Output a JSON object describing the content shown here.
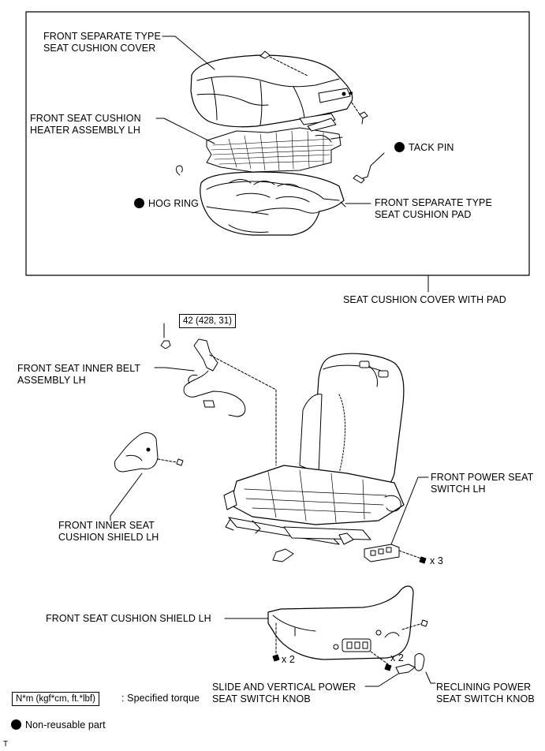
{
  "labels": {
    "cushion_cover": [
      "FRONT SEPARATE TYPE",
      "SEAT CUSHION COVER"
    ],
    "heater": [
      "FRONT SEAT CUSHION",
      "HEATER ASSEMBLY LH"
    ],
    "tack_pin": "TACK PIN",
    "hog_ring": "HOG RING",
    "cushion_pad": [
      "FRONT SEPARATE TYPE",
      "SEAT CUSHION PAD"
    ],
    "cover_with_pad": "SEAT CUSHION COVER WITH PAD",
    "torque_value": "42 (428, 31)",
    "inner_belt": [
      "FRONT SEAT INNER BELT",
      "ASSEMBLY LH"
    ],
    "inner_shield": [
      "FRONT INNER SEAT",
      "CUSHION SHIELD LH"
    ],
    "power_switch": [
      "FRONT POWER SEAT",
      "SWITCH LH"
    ],
    "qty_x3": "x 3",
    "cushion_shield": "FRONT SEAT CUSHION SHIELD LH",
    "qty_x2_a": "x 2",
    "qty_x2_b": "x 2",
    "slide_knob": [
      "SLIDE AND VERTICAL POWER",
      "SEAT SWITCH KNOB"
    ],
    "reclining_knob": [
      "RECLINING POWER",
      "SEAT SWITCH KNOB"
    ]
  },
  "legend": {
    "torque_unit": "N*m (kgf*cm, ft.*lbf)",
    "torque_desc": ": Specified torque",
    "non_reusable": "Non-reusable part"
  },
  "corner_mark": "T"
}
